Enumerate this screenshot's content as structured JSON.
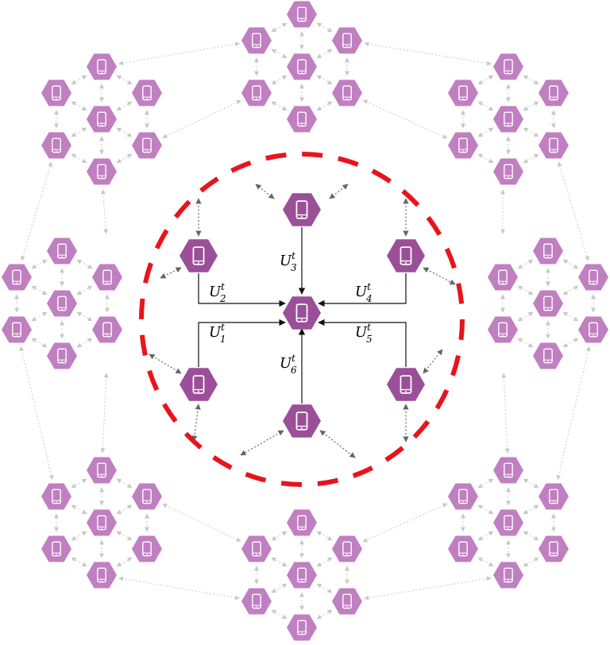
{
  "diagram": {
    "type": "network-diagram",
    "labels": {
      "u1": {
        "base": "U",
        "sub": "1",
        "sup": "t"
      },
      "u2": {
        "base": "U",
        "sub": "2",
        "sup": "t"
      },
      "u3": {
        "base": "U",
        "sub": "3",
        "sup": "t"
      },
      "u4": {
        "base": "U",
        "sub": "4",
        "sup": "t"
      },
      "u5": {
        "base": "U",
        "sub": "5",
        "sup": "t"
      },
      "u6": {
        "base": "U",
        "sub": "6",
        "sup": "t"
      }
    },
    "colors": {
      "node_inner": "#9b4f98",
      "node_outer": "#c07fc0",
      "phone": "#ffffff",
      "dashed_circle": "#e8141c",
      "solid_arrow": "#111111",
      "dotted_arrow_inner": "#666666",
      "dotted_arrow_outer": "#c8c8c8"
    }
  }
}
